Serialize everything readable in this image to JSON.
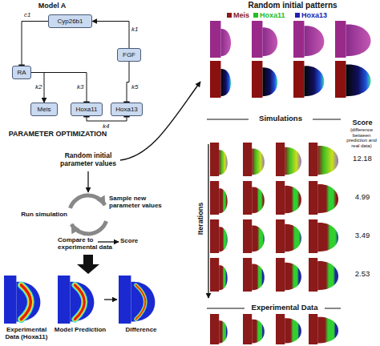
{
  "diagram": {
    "nodes": [
      {
        "text": [
          "Cyp26b1"
        ]
      },
      {
        "text": [
          "FGF"
        ]
      },
      {
        "text": [
          "RA"
        ]
      },
      {
        "text": [
          "Meis"
        ]
      },
      {
        "text": [
          "Hoxa11"
        ]
      },
      {
        "text": [
          "Hoxa13"
        ]
      }
    ],
    "edges": [
      {
        "from": 1,
        "to": 0,
        "label": "k1",
        "arrow": "to"
      },
      {
        "from": 0,
        "to": 2,
        "label": "c1",
        "arrow": "to"
      },
      {
        "from": 2,
        "to": 3,
        "label": "k2",
        "arrow": "to"
      },
      {
        "from": 2,
        "to": 4,
        "label": "k3",
        "arrow": "to"
      },
      {
        "from": 1,
        "to": 5,
        "label": "k5",
        "arrow": "to"
      },
      {
        "from": 4,
        "to": 5,
        "label": "k4",
        "arrow": "both"
      }
    ],
    "labels": [
      "Model A",
      "PARAMETER OPTIMIZATION",
      "Random initial parameter values",
      "Run simulation",
      "Sample new parameter values",
      "Compare to experimental data",
      "Score",
      "Experimental Data (Hoxa11)",
      "Model Prediction",
      "Difference",
      "Random initial patterns",
      "Simulations",
      "Score",
      "(difference between prediction and real data)",
      "12.18",
      "4.99",
      "3.49",
      "2.53",
      "Iterations",
      "Experimental Data"
    ],
    "legend": [
      {
        "text": "Meis",
        "color": "#8b1a1a"
      },
      {
        "text": "Hoxa11",
        "color": "#22c022"
      },
      {
        "text": "Hoxa13",
        "color": "#2020b0"
      }
    ]
  }
}
